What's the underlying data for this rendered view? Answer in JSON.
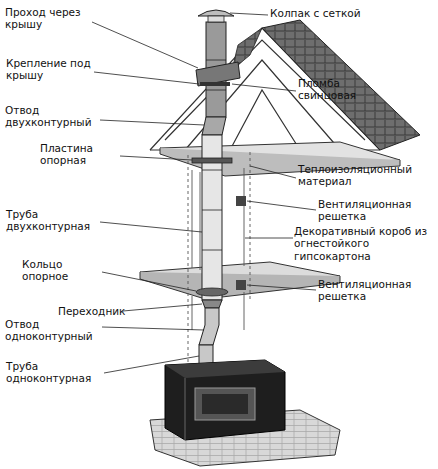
{
  "diagram": {
    "labels": [
      "Проход через крышу",
      "Колпак с сеткой",
      "Крепление под крышу",
      "Пломба свинцовая",
      "Отвод двухконтурный",
      "Пластина опорная",
      "Теплоизоляционный материал",
      "Вентиляционная решетка",
      "Труба двухконтурная",
      "Декоративный короб из огнестойкого гипсокартона",
      "Кольцо опорное",
      "Вентиляционная решетка",
      "Переходник",
      "Отвод одноконтурный",
      "Труба одноконтурная"
    ]
  }
}
